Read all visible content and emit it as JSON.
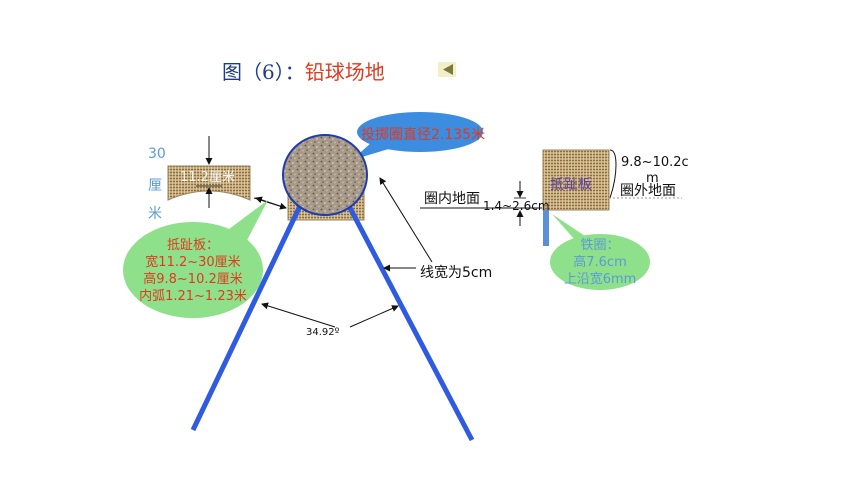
{
  "title": {
    "prefix": "图（6）：",
    "main": "铅球场地"
  },
  "labels": {
    "circle_diameter": "投掷圈直径2.135米",
    "board_width_mid": "11.2厘米",
    "board_len_30": "30",
    "board_len_li": "厘",
    "board_len_mi": "米",
    "toeboard_title": "抵趾板：",
    "toeboard_width": "宽11.2~30厘米",
    "toeboard_height": "高9.8~10.2厘米",
    "toeboard_arc": "内弧1.21~1.23米",
    "line_width": "线宽为5cm",
    "angle": "34.92º",
    "inside_ground": "圈内地面",
    "depth_range": "1.4~2.6cm",
    "right_board": "抵趾板",
    "right_height_a": "9.8~10.2c",
    "right_height_b": "m",
    "outside_ground": "圈外地面",
    "iron_ring": "铁圈：",
    "ring_height": "高7.6cm",
    "ring_top_width": "上沿宽6mm"
  },
  "colors": {
    "title_blue": "#1f3b8c",
    "title_red": "#e03a1e",
    "sector_line": "#2f5be0",
    "callout_blue": "#3c8ce0",
    "callout_green": "#8fe08a",
    "board_tan": "#b59a6a",
    "label_blue": "#5b9bd5"
  },
  "icons": {
    "play_back": "triangle-left-icon"
  }
}
